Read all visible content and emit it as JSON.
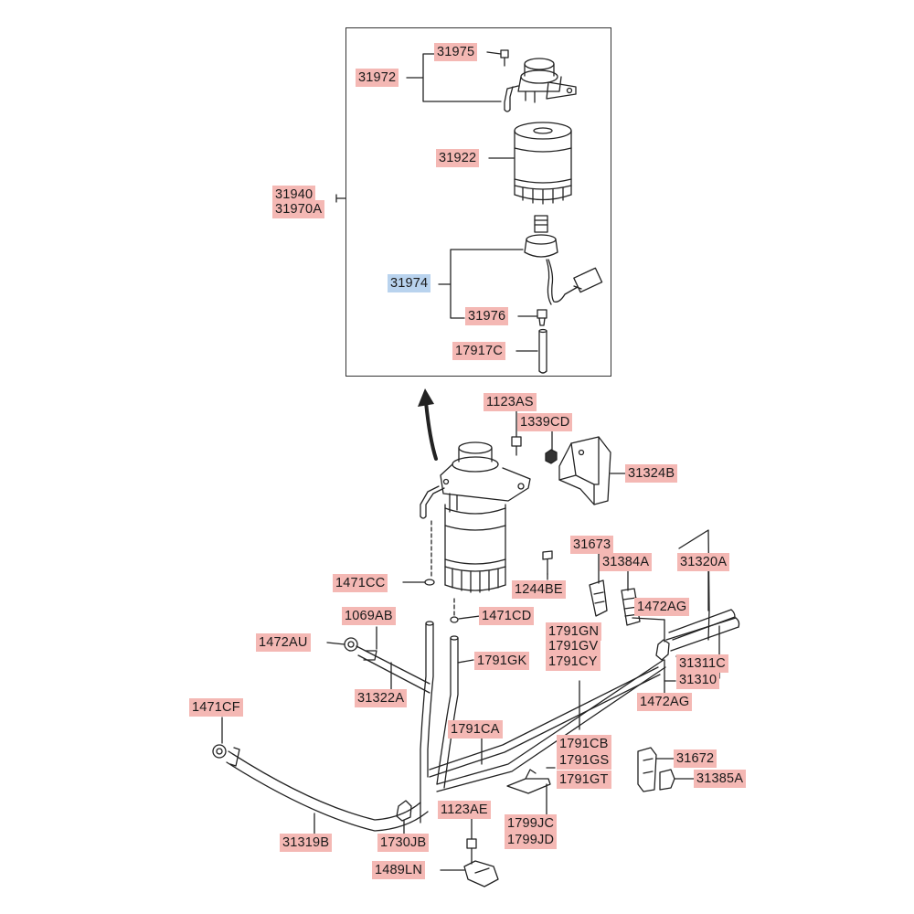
{
  "colors": {
    "label_bg": "#f4b8b4",
    "label_highlight_bg": "#b9d3ee",
    "line": "#222222"
  },
  "labels": [
    {
      "id": "31975",
      "text": "31975"
    },
    {
      "id": "31972",
      "text": "31972"
    },
    {
      "id": "31922",
      "text": "31922"
    },
    {
      "id": "31940",
      "text": "31940"
    },
    {
      "id": "31970A",
      "text": "31970A"
    },
    {
      "id": "31974",
      "text": "31974",
      "highlighted": true
    },
    {
      "id": "31976",
      "text": "31976"
    },
    {
      "id": "17917C",
      "text": "17917C"
    },
    {
      "id": "1123AS",
      "text": "1123AS"
    },
    {
      "id": "1339CD",
      "text": "1339CD"
    },
    {
      "id": "31324B",
      "text": "31324B"
    },
    {
      "id": "31673",
      "text": "31673"
    },
    {
      "id": "31384A",
      "text": "31384A"
    },
    {
      "id": "31320A",
      "text": "31320A"
    },
    {
      "id": "1244BE",
      "text": "1244BE"
    },
    {
      "id": "1471CC",
      "text": "1471CC"
    },
    {
      "id": "1472AG_a",
      "text": "1472AG"
    },
    {
      "id": "1069AB",
      "text": "1069AB"
    },
    {
      "id": "1471CD",
      "text": "1471CD"
    },
    {
      "id": "1791GN",
      "text": "1791GN"
    },
    {
      "id": "1791GV",
      "text": "1791GV"
    },
    {
      "id": "1791CY",
      "text": "1791CY"
    },
    {
      "id": "1472AU",
      "text": "1472AU"
    },
    {
      "id": "1791GK",
      "text": "1791GK"
    },
    {
      "id": "31311C",
      "text": "31311C"
    },
    {
      "id": "31310",
      "text": "31310"
    },
    {
      "id": "31322A",
      "text": "31322A"
    },
    {
      "id": "1472AG_b",
      "text": "1472AG"
    },
    {
      "id": "1471CF",
      "text": "1471CF"
    },
    {
      "id": "1791CA",
      "text": "1791CA"
    },
    {
      "id": "1791CB",
      "text": "1791CB"
    },
    {
      "id": "1791GS",
      "text": "1791GS"
    },
    {
      "id": "1791GT",
      "text": "1791GT"
    },
    {
      "id": "31672",
      "text": "31672"
    },
    {
      "id": "31385A",
      "text": "31385A"
    },
    {
      "id": "1123AE",
      "text": "1123AE"
    },
    {
      "id": "1799JC",
      "text": "1799JC"
    },
    {
      "id": "1799JD",
      "text": "1799JD"
    },
    {
      "id": "31319B",
      "text": "31319B"
    },
    {
      "id": "1730JB",
      "text": "1730JB"
    },
    {
      "id": "1489LN",
      "text": "1489LN"
    }
  ]
}
